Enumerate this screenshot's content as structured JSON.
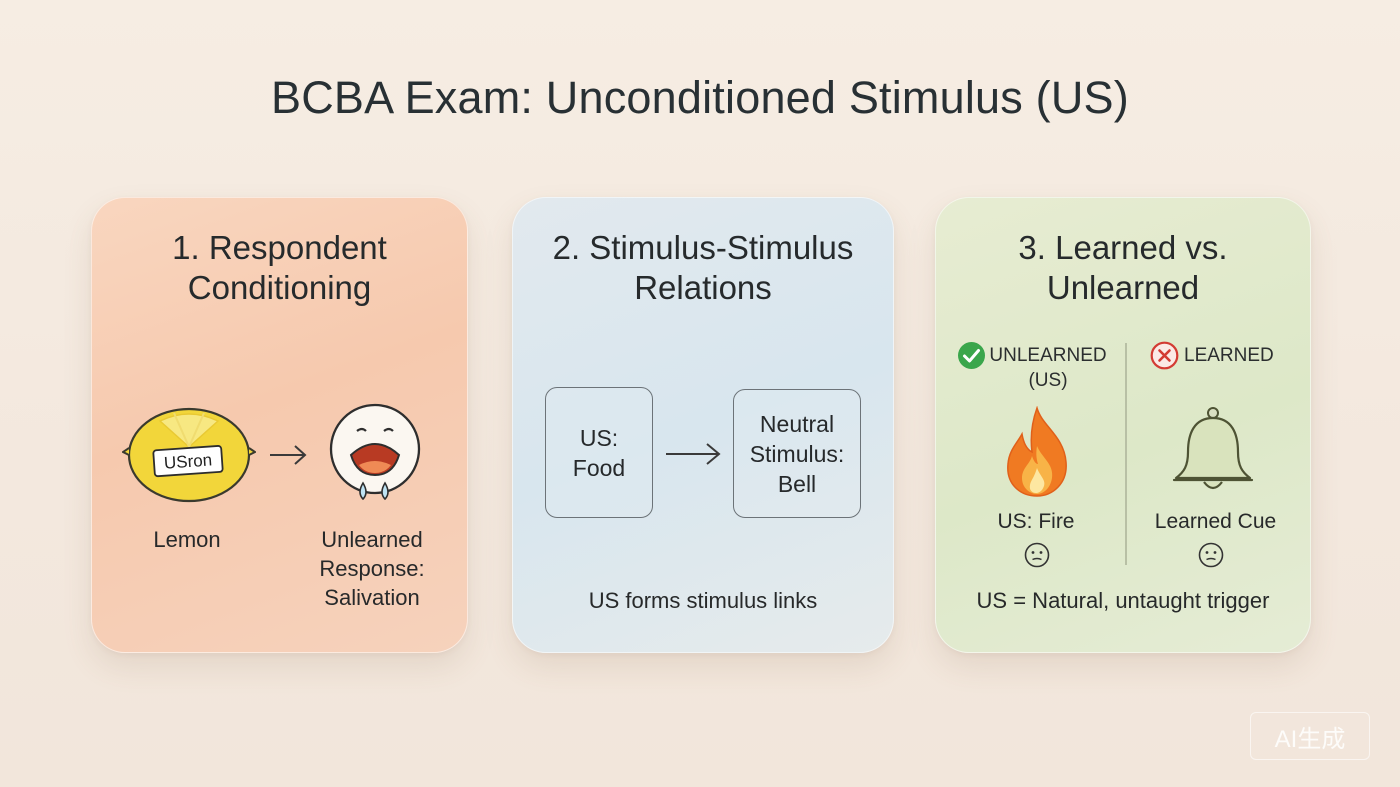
{
  "title": "BCBA Exam: Unconditioned Stimulus (US)",
  "panels": [
    {
      "title_line1": "1. Respondent",
      "title_line2": "Conditioning",
      "lemon_tag": "USron",
      "stimulus_label": "Lemon",
      "response_line1": "Unlearned",
      "response_line2": "Response:",
      "response_line3": "Salivation",
      "arrow": "→"
    },
    {
      "title_line1": "2. Stimulus-Stimulus",
      "title_line2": "Relations",
      "box1_line1": "US:",
      "box1_line2": "Food",
      "box2_line1": "Neutral",
      "box2_line2": "Stimulus:",
      "box2_line3": "Bell",
      "caption": "US forms stimulus links"
    },
    {
      "title_line1": "3. Learned vs.",
      "title_line2": "Unlearned",
      "unlearned_head": "UNLEARNED",
      "unlearned_sub": "(US)",
      "learned_head": "LEARNED",
      "fire_label": "US: Fire",
      "bell_label": "Learned Cue",
      "caption": "US = Natural, untaught trigger"
    }
  ],
  "watermark": "AI生成",
  "colors": {
    "panel1": "#f6c9ae",
    "panel2": "#d8e6ee",
    "panel3": "#dde8c8",
    "check": "#3aa64b",
    "cross": "#d33b33",
    "lemon": "#f2d63a",
    "fire": "#f07a22"
  },
  "icons": [
    "lemon-icon",
    "arrow-right-icon",
    "salivating-face-icon",
    "check-circle-icon",
    "x-circle-icon",
    "fire-icon",
    "bell-icon",
    "neutral-face-icon"
  ]
}
